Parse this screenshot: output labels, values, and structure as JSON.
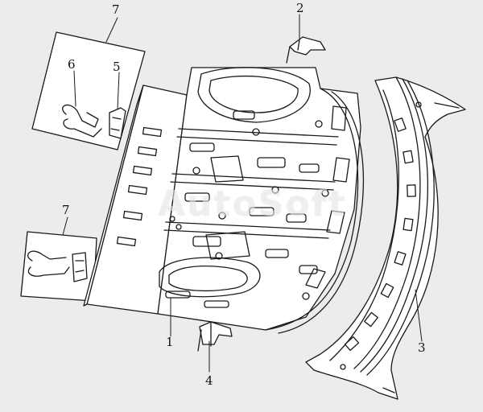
{
  "watermark": "AutoSoft",
  "callouts": {
    "c7_top": "7",
    "c2": "2",
    "c6": "6",
    "c5": "5",
    "c7_left": "7",
    "c1": "1",
    "c3": "3",
    "c4": "4"
  },
  "colors": {
    "background": "#ececec",
    "line": "#1a1a1a",
    "panel_fill": "#ffffff"
  }
}
